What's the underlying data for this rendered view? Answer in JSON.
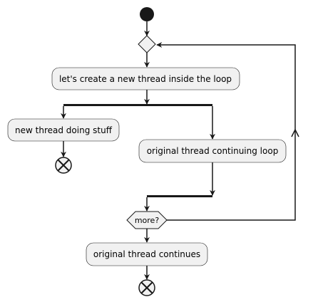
{
  "diagram": {
    "type": "activity",
    "colors": {
      "node_fill": "#f1f1f1",
      "node_stroke": "#181818",
      "bar_fill": "#181818",
      "edge": "#181818",
      "background": "#ffffff"
    },
    "nodes": {
      "start": {
        "kind": "start"
      },
      "loop_merge": {
        "kind": "merge",
        "label": ""
      },
      "create_thread": {
        "kind": "activity",
        "label": "let's create a new thread inside the loop"
      },
      "fork": {
        "kind": "fork"
      },
      "new_thread": {
        "kind": "activity",
        "label": "new thread doing stuff"
      },
      "new_thread_end": {
        "kind": "end"
      },
      "original_loop": {
        "kind": "activity",
        "label": "original thread continuing loop"
      },
      "join": {
        "kind": "join"
      },
      "more": {
        "kind": "decision",
        "label": "more?"
      },
      "continues": {
        "kind": "activity",
        "label": "original thread continues"
      },
      "final_end": {
        "kind": "end"
      }
    },
    "edges": [
      {
        "from": "start",
        "to": "loop_merge"
      },
      {
        "from": "loop_merge",
        "to": "create_thread"
      },
      {
        "from": "create_thread",
        "to": "fork"
      },
      {
        "from": "fork",
        "to": "new_thread"
      },
      {
        "from": "fork",
        "to": "original_loop"
      },
      {
        "from": "new_thread",
        "to": "new_thread_end"
      },
      {
        "from": "original_loop",
        "to": "join"
      },
      {
        "from": "join",
        "to": "more"
      },
      {
        "from": "more",
        "to": "loop_merge",
        "label": ""
      },
      {
        "from": "more",
        "to": "continues"
      },
      {
        "from": "continues",
        "to": "final_end"
      }
    ]
  }
}
